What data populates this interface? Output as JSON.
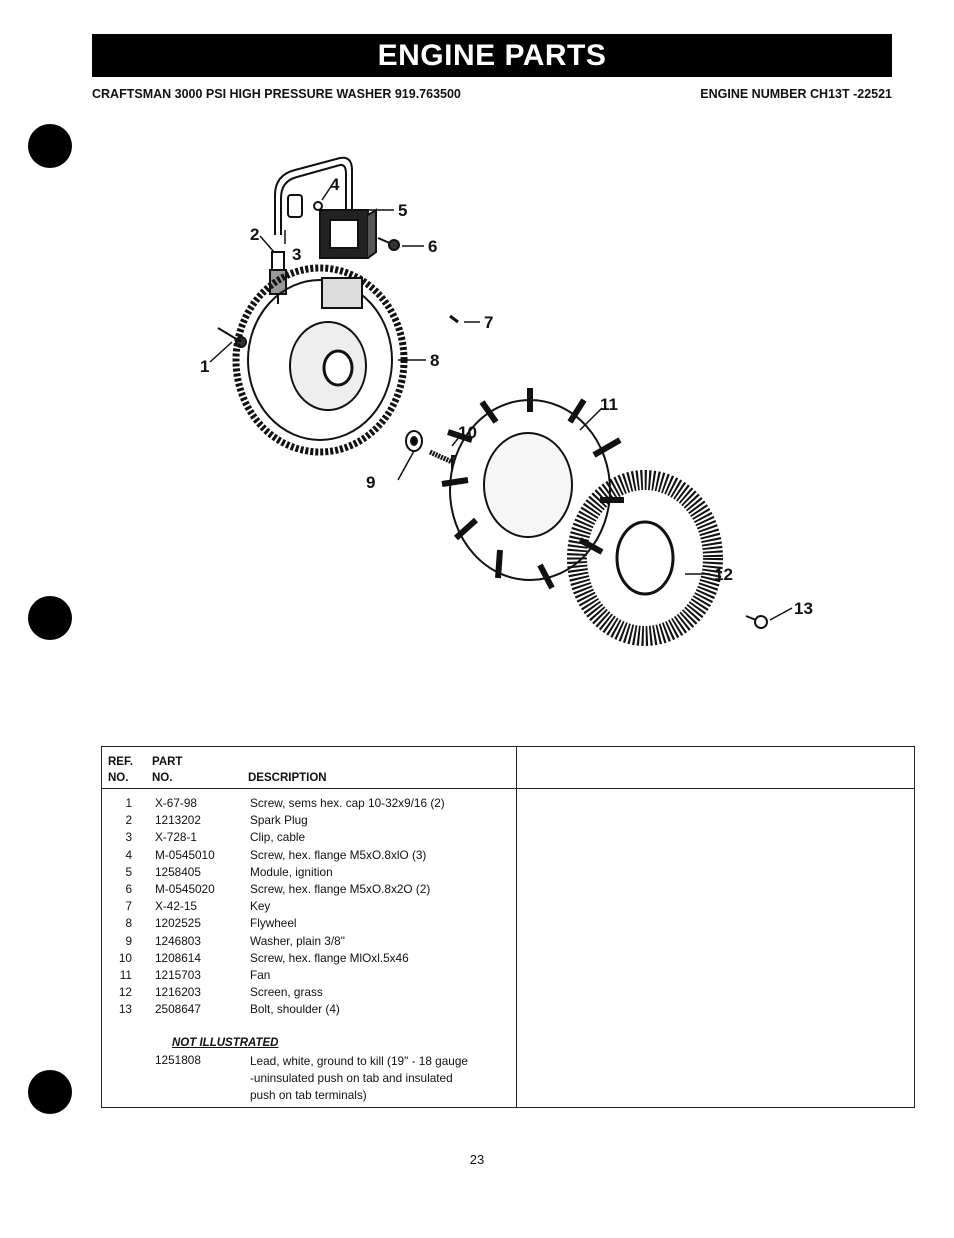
{
  "header": {
    "title": "ENGINE PARTS",
    "model_line": "CRAFTSMAN 3000 PSI HIGH PRESSURE WASHER 919.763500",
    "engine_line": "ENGINE NUMBER CH13T -22521"
  },
  "diagram": {
    "callouts": [
      "1",
      "2",
      "3",
      "4",
      "5",
      "6",
      "7",
      "8",
      "9",
      "10",
      "11",
      "12",
      "13"
    ]
  },
  "table": {
    "headers": {
      "ref_line1": "REF.",
      "ref_line2": "NO.",
      "part_line1": "PART",
      "part_line2": "NO.",
      "description": "DESCRIPTION"
    },
    "rows": [
      {
        "ref": "1",
        "part": "X-67-98",
        "desc": "Screw, sems hex. cap 10-32x9/16 (2)"
      },
      {
        "ref": "2",
        "part": "1213202",
        "desc": "Spark Plug"
      },
      {
        "ref": "3",
        "part": "X-728-1",
        "desc": "Clip, cable"
      },
      {
        "ref": "4",
        "part": "M-0545010",
        "desc": "Screw, hex. flange M5xO.8xlO (3)"
      },
      {
        "ref": "5",
        "part": "1258405",
        "desc": "Module, ignition"
      },
      {
        "ref": "6",
        "part": "M-0545020",
        "desc": "Screw, hex. flange M5xO.8x2O (2)"
      },
      {
        "ref": "7",
        "part": "X-42-15",
        "desc": "Key"
      },
      {
        "ref": "8",
        "part": "1202525",
        "desc": "Flywheel"
      },
      {
        "ref": "9",
        "part": "1246803",
        "desc": "Washer, plain 3/8\""
      },
      {
        "ref": "10",
        "part": "1208614",
        "desc": "Screw, hex. flange MlOxl.5x46"
      },
      {
        "ref": "11",
        "part": "1215703",
        "desc": "Fan"
      },
      {
        "ref": "12",
        "part": "1216203",
        "desc": "Screen, grass"
      },
      {
        "ref": "13",
        "part": "2508647",
        "desc": "Bolt, shoulder (4)"
      }
    ],
    "not_illustrated": {
      "heading": "NOT ILLUSTRATED",
      "part": "1251808",
      "desc_lines": [
        "Lead, white, ground to kill (19\" - 18 gauge",
        "-uninsulated push on tab and insulated",
        "push on tab terminals)"
      ]
    }
  },
  "page_number": "23"
}
